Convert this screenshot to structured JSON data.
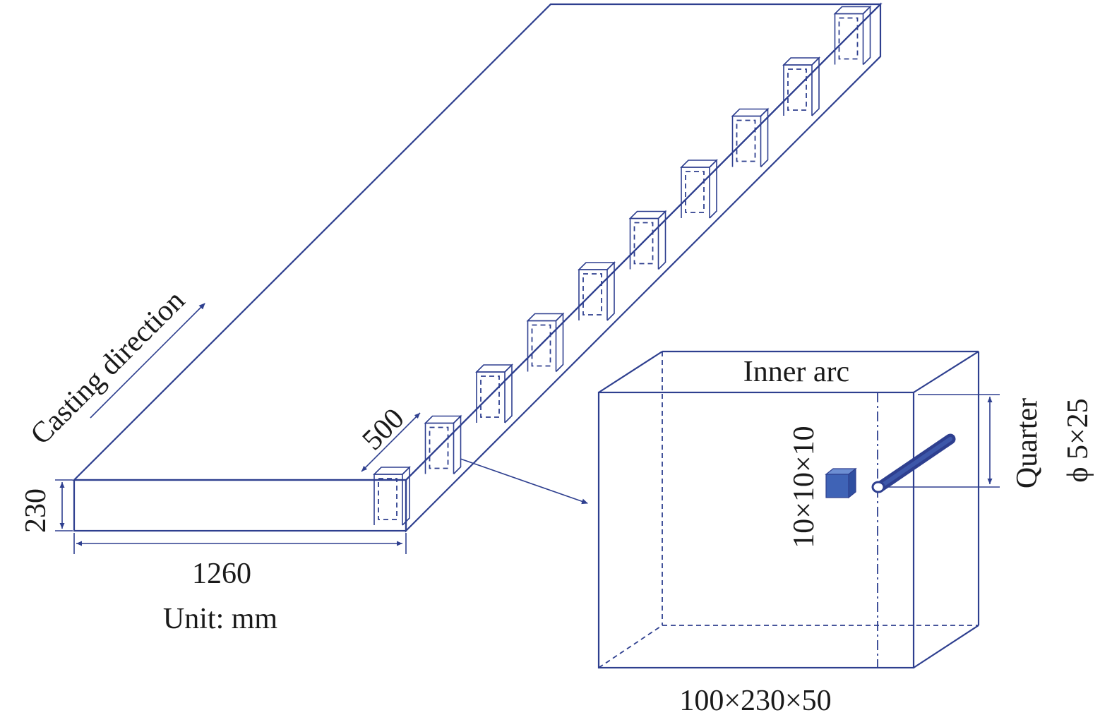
{
  "labels": {
    "casting_direction": "Casting direction",
    "width_500": "500",
    "height_230": "230",
    "length_1260": "1260",
    "unit": "Unit: mm",
    "inner_arc": "Inner arc",
    "cube_size": "10×10×10",
    "quarter": "Quarter",
    "rod_size": "ϕ 5×25",
    "sample_size": "100×230×50"
  },
  "colors": {
    "line": "#2e3f8f",
    "cube_fill": "#3f63b6",
    "rod_fill": "#2f4a9a",
    "text": "#1a1a1a"
  }
}
